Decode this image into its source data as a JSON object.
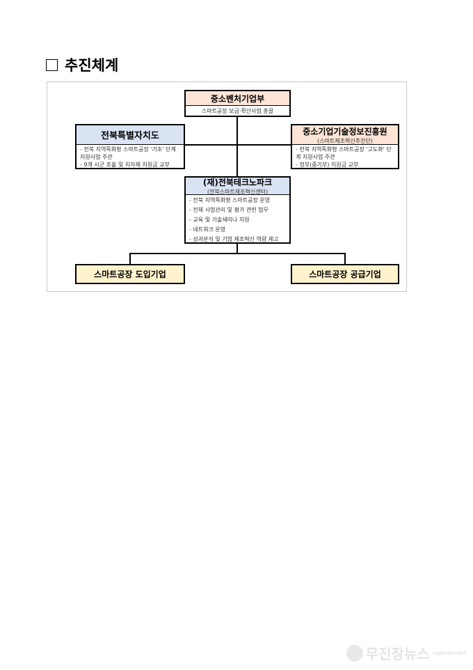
{
  "title": "추진체계",
  "top": {
    "name": "중소벤처기업부",
    "desc": "스마트공장 보급·확산사업 총괄"
  },
  "left": {
    "name": "전북특별자치도",
    "items": [
      "- 전북 지역특화형 스마트공장 '기초' 단계 지원사업 주관",
      "- 9개 시군 조율 및 지자체 지원금 교부"
    ]
  },
  "right": {
    "name": "중소기업기술정보진흥원",
    "sub": "(스마트제조혁신추진단)",
    "items": [
      "- 전북 지역특화형 스마트공장 '고도화' 단계 지원사업 주관",
      "- 정부(중기부) 지원금 교부"
    ]
  },
  "center": {
    "name": "(재)전북테크노파크",
    "sub": "(전북스마트제조혁신센터)",
    "items": [
      "- 전북 지역특화형 스마트공장 운영",
      "- 전체 사업관리 및 평가 관련 업무",
      "- 교육 및 기술세미나 지원",
      "- 네트워크 운영",
      "- 성과분석 및 기업 제조혁신 역량 제고"
    ]
  },
  "bottom": {
    "left": "스마트공장 도입기업",
    "right": "스마트공장 공급기업"
  },
  "watermark": {
    "name": "무진장뉴스",
    "url": "mjjnews.net"
  }
}
